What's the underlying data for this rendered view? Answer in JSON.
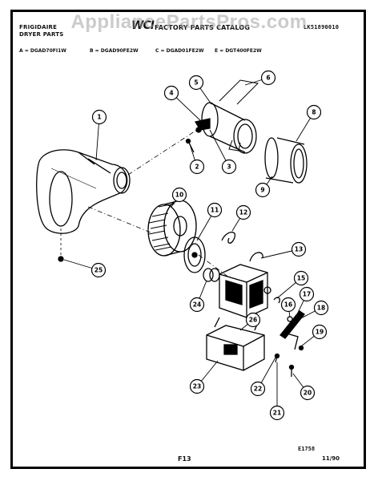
{
  "header": {
    "brand_line1": "FRIGIDAIRE",
    "brand_line2": "DRYER PARTS",
    "catalog_label": "FACTORY PARTS CATALOG",
    "catalog_number": "LK51890010",
    "models": [
      {
        "key": "A",
        "model": "DGAD70FI1W"
      },
      {
        "key": "B",
        "model": "DGAD90FE2W"
      },
      {
        "key": "C",
        "model": "DGAD01FE2W"
      },
      {
        "key": "E",
        "model": "DGT400FE2W"
      }
    ]
  },
  "watermark": "AppliancePartsPros.com",
  "logo_text": "WCI",
  "parts": [
    "1",
    "2",
    "3",
    "4",
    "5",
    "6",
    "8",
    "9",
    "10",
    "11",
    "12",
    "13",
    "15",
    "16",
    "17",
    "18",
    "19",
    "20",
    "21",
    "22",
    "23",
    "24",
    "25",
    "26"
  ],
  "footer": {
    "drawing_code": "E1758",
    "page": "F13",
    "date": "11/90"
  },
  "colors": {
    "ink": "#000000",
    "watermark": "#a0a0a0"
  }
}
